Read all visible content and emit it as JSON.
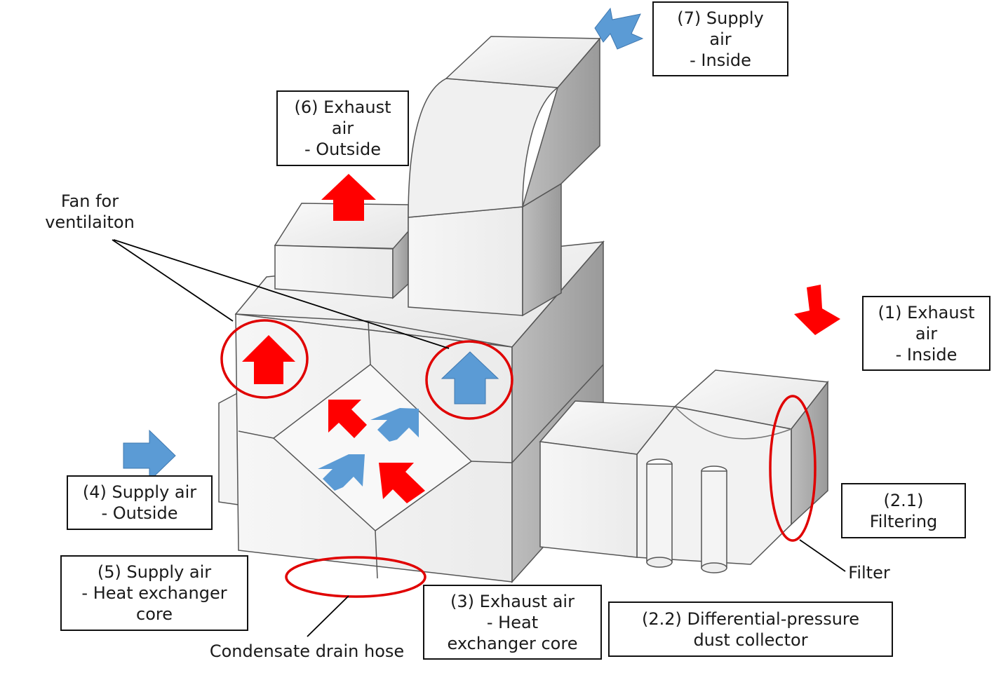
{
  "colors": {
    "exhaust_arrow": "#ff0000",
    "supply_arrow": "#5b9bd5",
    "highlight": "#e00000",
    "box_face_light": "#f2f2f2",
    "box_face_mid": "#e6e6e6",
    "box_face_dark": "#a8a8a8"
  },
  "labels": {
    "supply_inside": [
      "(7) Supply",
      "air",
      "- Inside"
    ],
    "exhaust_outside": [
      "(6) Exhaust",
      "air",
      "- Outside"
    ],
    "fan": [
      "Fan for",
      "ventilaiton"
    ],
    "exhaust_inside": [
      "(1) Exhaust",
      "air",
      "- Inside"
    ],
    "supply_outside": [
      "(4) Supply air",
      "- Outside"
    ],
    "filtering": [
      "(2.1)",
      "Filtering"
    ],
    "filter": "Filter",
    "supply_hx": [
      "(5) Supply air",
      "- Heat exchanger",
      "core"
    ],
    "exhaust_hx": [
      "(3) Exhaust air",
      "- Heat",
      "exchanger core"
    ],
    "dust_collector": [
      "(2.2) Differential-pressure",
      "dust collector"
    ],
    "drain_hose": "Condensate drain hose"
  },
  "icons": {
    "exhaust_arrow": "red-arrow-icon",
    "supply_arrow": "blue-arrow-icon"
  }
}
